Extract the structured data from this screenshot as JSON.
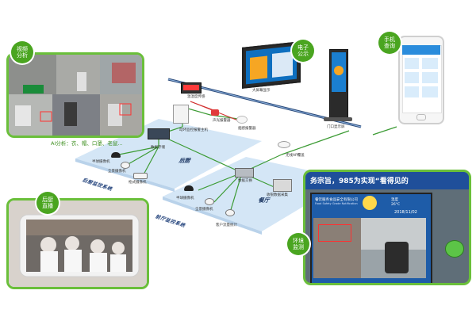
{
  "bubbles": {
    "video_analysis": "视频分析",
    "e_board": "电子公示",
    "phone_query": "手机查询",
    "kitchen_live": "后厨直播",
    "env_monitor": "环境监测"
  },
  "ai_caption": "AI分析：衣、帽、口罩、老鼠...",
  "zones": {
    "back_kitchen": "后厨",
    "restaurant": "餐厅",
    "left_sign": "后厨监控系统",
    "right_sign": "前厅监控系统"
  },
  "devices": {
    "temp_humidity": "温湿度传感",
    "sound_light_alarm": "声光报警器",
    "smoke_alarm": "烟感报警器",
    "dynamic_host": "动环监控报警主机",
    "big_screen": "大屏幕显示",
    "gate_display": "门口显示屏",
    "data_storage": "数据存储",
    "dome_camera": "半球摄像机",
    "panoramic_camera": "全景摄像机",
    "bullet_camera": "枪式摄像机",
    "network_switch": "数据交换",
    "wireless_ap": "无线AP覆盖",
    "cashier_collect": "收银数据采集",
    "customer_flow": "客户流量统计",
    "dome_camera2": "半球摄像机",
    "panoramic_camera2": "全景摄像机"
  },
  "env_screen": {
    "banner": "务宗旨，985为实现“看得见的",
    "company": "餐饮服务食品安全有限公司",
    "company_en": "Food Safety Grade Notification",
    "date": "2018/11/02",
    "temp_label": "温度",
    "temp_value": "26°C"
  },
  "colors": {
    "accent_green": "#4aa520",
    "panel_border": "#6abf3a",
    "floor_blue": "#cfe3f5",
    "cable_green": "#3c9b34"
  }
}
